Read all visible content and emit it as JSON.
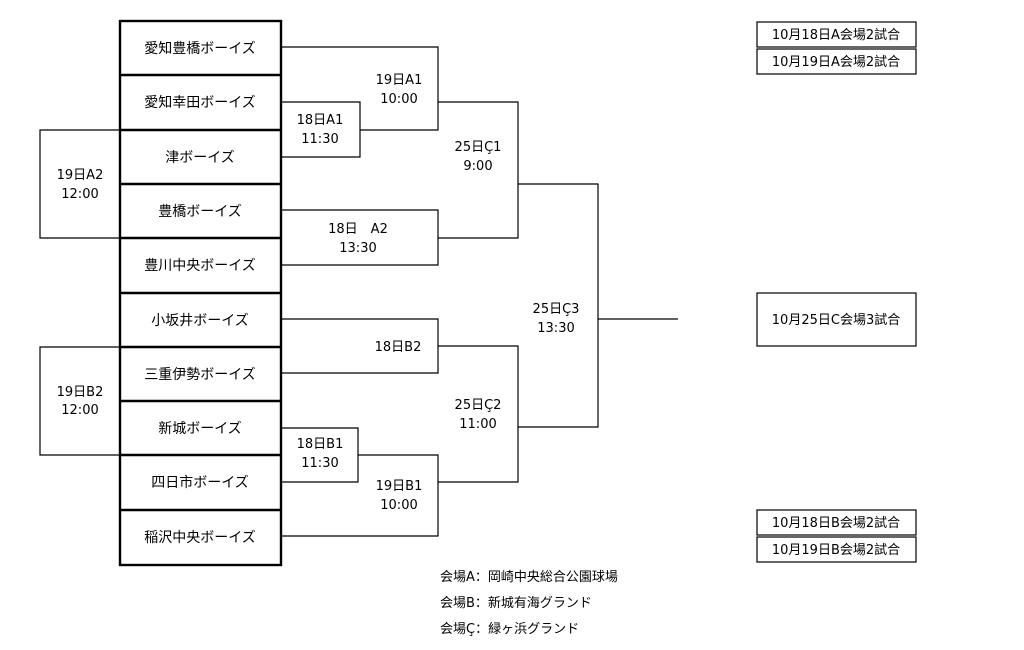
{
  "teams": [
    "愛知豊橋ボーイズ",
    "愛知幸田ボーイズ",
    "津ボーイズ",
    "豊橋ボーイズ",
    "豊川中央ボーイズ",
    "小坂井ボーイズ",
    "三重伊勢ボーイズ",
    "新城ボーイズ",
    "四日市ボーイズ",
    "稲沢中央ボーイズ"
  ],
  "matches": {
    "m19a2": [
      "19日A2",
      "12:00"
    ],
    "m18a1": [
      "18日A1",
      "11:30"
    ],
    "m19a1": [
      "19日A1",
      "10:00"
    ],
    "m18a2": [
      "18日　A2",
      "13:30"
    ],
    "m25c1": [
      "25日Ç1",
      "9:00"
    ],
    "m19b2": [
      "19日B2",
      "12:00"
    ],
    "m18b2": [
      "18日B2"
    ],
    "m18b1": [
      "18日B1",
      "11:30"
    ],
    "m19b1": [
      "19日B1",
      "10:00"
    ],
    "m25c2": [
      "25日Ç2",
      "11:00"
    ],
    "m25c3": [
      "25日Ç3",
      "13:30"
    ]
  },
  "schedule": {
    "a_day18": "10月18日A会場2試合",
    "a_day19": "10月19日A会場2試合",
    "c_day25": "10月25日C会場3試合",
    "b_day18": "10月18日B会場2試合",
    "b_day19": "10月19日B会場2試合"
  },
  "venues": [
    "会場A：岡崎中央総合公園球場",
    "会場B：新城有海グランド",
    "会場Ç：緑ヶ浜グランド"
  ]
}
